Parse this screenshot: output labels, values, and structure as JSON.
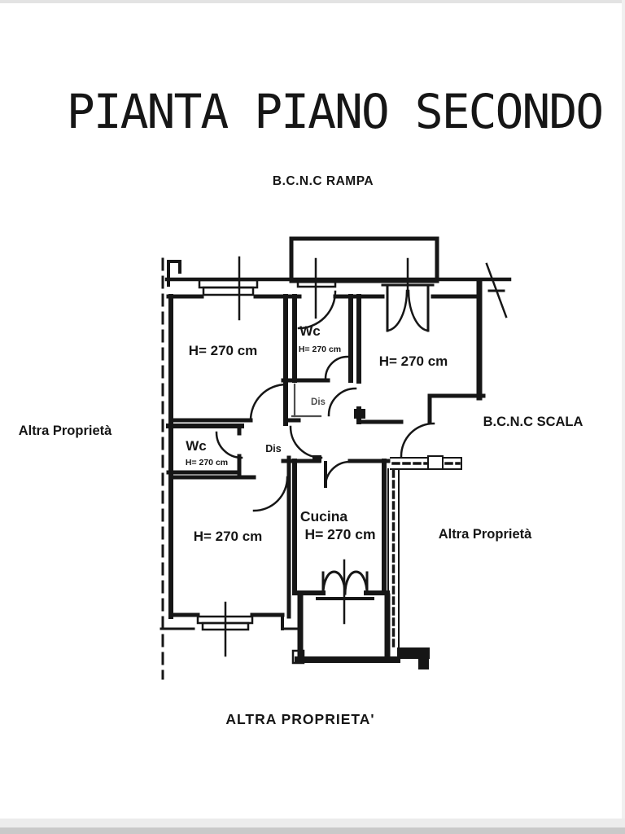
{
  "document": {
    "title": "PIANTA PIANO SECONDO"
  },
  "annotations": {
    "rampa": "B.C.N.C RAMPA",
    "left_property": "Altra Proprietà",
    "stairwell": "B.C.N.C SCALA",
    "right_property": "Altra Proprietà",
    "bottom_property": "ALTRA PROPRIETA'"
  },
  "rooms": {
    "room_top_left": {
      "height": "H= 270 cm"
    },
    "wc_top": {
      "name": "Wc",
      "height": "H= 270 cm"
    },
    "room_top_right": {
      "height": "H= 270 cm"
    },
    "dis_upper": {
      "name": "Dis"
    },
    "wc_left": {
      "name": "Wc",
      "height": "H= 270 cm"
    },
    "dis_lower": {
      "name": "Dis"
    },
    "room_bottom_left": {
      "height": "H= 270 cm"
    },
    "kitchen": {
      "name": "Cucina",
      "height": "H= 270 cm"
    }
  },
  "colors": {
    "ink": "#161616",
    "muted_ink": "#4f4f4f",
    "paper": "#ffffff",
    "scan_edge": "#c9c9c9"
  }
}
